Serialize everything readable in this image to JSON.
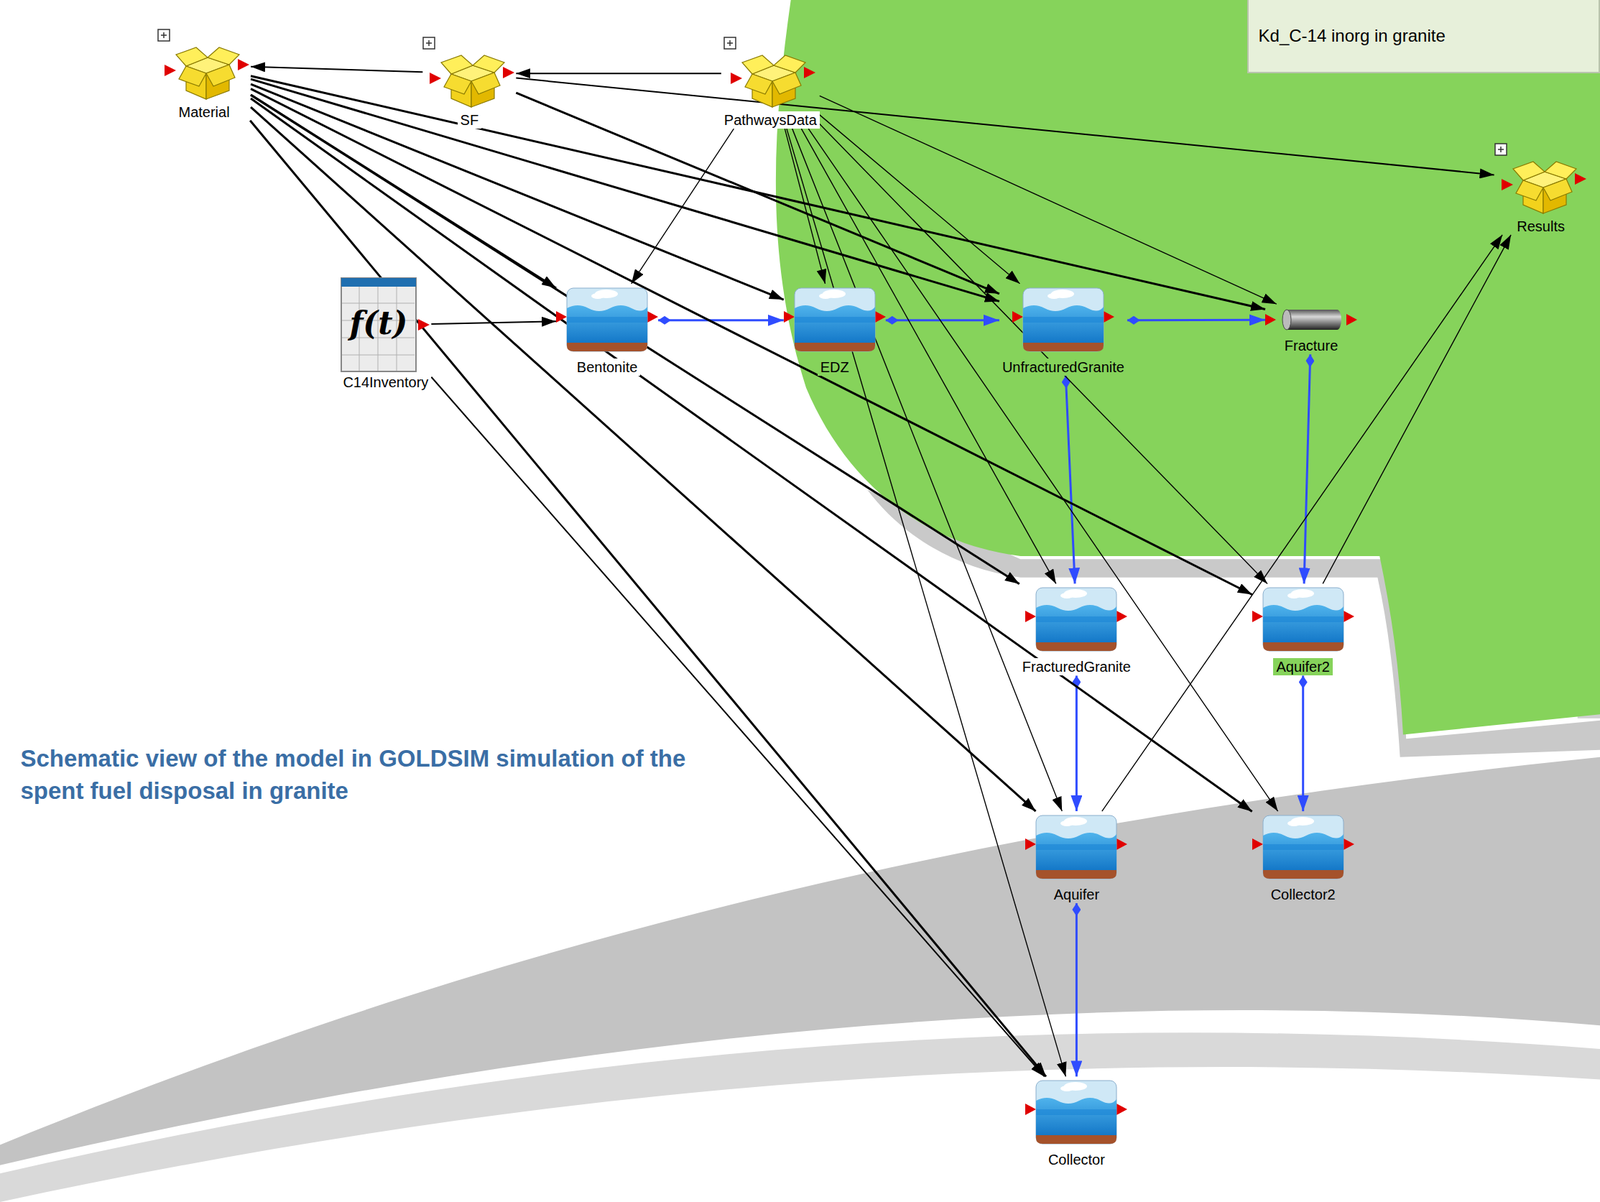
{
  "diagram": {
    "caption": "Schematic view of the model in GOLDSIM simulation of the spent fuel disposal in granite",
    "nodes": [
      {
        "text": [
          "Material"
        ]
      },
      {
        "text": [
          "SF"
        ]
      },
      {
        "text": [
          "PathwaysData"
        ]
      },
      {
        "text": [
          "Kd_C-14 inorg in granite"
        ]
      },
      {
        "text": [
          "Results"
        ]
      },
      {
        "text": [
          "f(t)",
          "C14Inventory"
        ]
      },
      {
        "text": [
          "Bentonite"
        ]
      },
      {
        "text": [
          "EDZ"
        ]
      },
      {
        "text": [
          "UnfracturedGranite"
        ]
      },
      {
        "text": [
          "Fracture"
        ]
      },
      {
        "text": [
          "FracturedGranite"
        ]
      },
      {
        "text": [
          "Aquifer2"
        ]
      },
      {
        "text": [
          "Aquifer"
        ]
      },
      {
        "text": [
          "Collector2"
        ]
      },
      {
        "text": [
          "Collector"
        ]
      }
    ],
    "edges": [
      {
        "from": 6,
        "to": 7,
        "arrow": "to"
      },
      {
        "from": 7,
        "to": 8,
        "arrow": "to"
      },
      {
        "from": 8,
        "to": 9,
        "arrow": "to"
      },
      {
        "from": 8,
        "to": 10,
        "arrow": "to"
      },
      {
        "from": 9,
        "to": 11,
        "arrow": "to"
      },
      {
        "from": 10,
        "to": 12,
        "arrow": "to"
      },
      {
        "from": 11,
        "to": 13,
        "arrow": "to"
      },
      {
        "from": 12,
        "to": 14,
        "arrow": "to"
      },
      {
        "from": 1,
        "to": 0,
        "arrow": "to"
      },
      {
        "from": 2,
        "to": 1,
        "arrow": "to"
      },
      {
        "from": 1,
        "to": 4,
        "arrow": "to"
      },
      {
        "from": 5,
        "to": 6,
        "arrow": "to"
      },
      {
        "from": 5,
        "to": 14,
        "arrow": "to"
      },
      {
        "from": 0,
        "to": 6,
        "arrow": "to"
      },
      {
        "from": 0,
        "to": 7,
        "arrow": "to"
      },
      {
        "from": 0,
        "to": 8,
        "arrow": "to"
      },
      {
        "from": 0,
        "to": 9,
        "arrow": "to"
      },
      {
        "from": 0,
        "to": 10,
        "arrow": "to"
      },
      {
        "from": 0,
        "to": 11,
        "arrow": "to"
      },
      {
        "from": 0,
        "to": 12,
        "arrow": "to"
      },
      {
        "from": 0,
        "to": 13,
        "arrow": "to"
      },
      {
        "from": 0,
        "to": 14,
        "arrow": "to"
      },
      {
        "from": 1,
        "to": 8,
        "arrow": "to"
      },
      {
        "from": 2,
        "to": 6,
        "arrow": "to"
      },
      {
        "from": 2,
        "to": 7,
        "arrow": "to"
      },
      {
        "from": 2,
        "to": 8,
        "arrow": "to"
      },
      {
        "from": 2,
        "to": 9,
        "arrow": "to"
      },
      {
        "from": 2,
        "to": 10,
        "arrow": "to"
      },
      {
        "from": 2,
        "to": 11,
        "arrow": "to"
      },
      {
        "from": 2,
        "to": 12,
        "arrow": "to"
      },
      {
        "from": 2,
        "to": 13,
        "arrow": "to"
      },
      {
        "from": 2,
        "to": 14,
        "arrow": "to"
      },
      {
        "from": 12,
        "to": 4,
        "arrow": "to"
      },
      {
        "from": 11,
        "to": 4,
        "arrow": "to"
      }
    ]
  }
}
